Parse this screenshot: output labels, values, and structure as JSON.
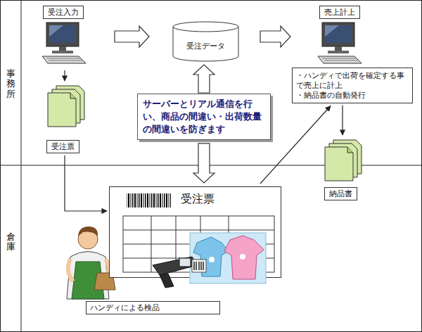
{
  "diagram": {
    "nodes": [
      {
        "text": [
          "受注入力"
        ]
      },
      {
        "text": [
          "受注データ"
        ]
      },
      {
        "text": [
          "売上計上"
        ]
      },
      {
        "text": [
          "サーバーとリアル通信を行い、商品の間違い・出荷数量の間違いを防ぎます"
        ]
      },
      {
        "text": [
          "・ハンディで出荷を確定する事で売上に計上",
          "・納品書の自動発行"
        ]
      },
      {
        "text": [
          "受注票"
        ]
      },
      {
        "text": [
          "納品書"
        ]
      },
      {
        "text": [
          "受注票"
        ]
      },
      {
        "text": [
          "ハンディによる検品"
        ]
      }
    ],
    "edges": [
      {
        "from": 0,
        "to": 1,
        "arrow": "to"
      },
      {
        "from": 1,
        "to": 2,
        "arrow": "to"
      },
      {
        "from": 0,
        "to": 5,
        "arrow": "to"
      },
      {
        "from": 5,
        "to": 7,
        "arrow": "to"
      },
      {
        "from": 3,
        "to": 1,
        "arrow": "to"
      },
      {
        "from": 3,
        "to": 7,
        "arrow": "to"
      },
      {
        "from": 7,
        "to": 4,
        "arrow": "to"
      },
      {
        "from": 4,
        "to": 6,
        "arrow": "to"
      }
    ],
    "labels": [
      "事務所",
      "倉庫"
    ]
  }
}
